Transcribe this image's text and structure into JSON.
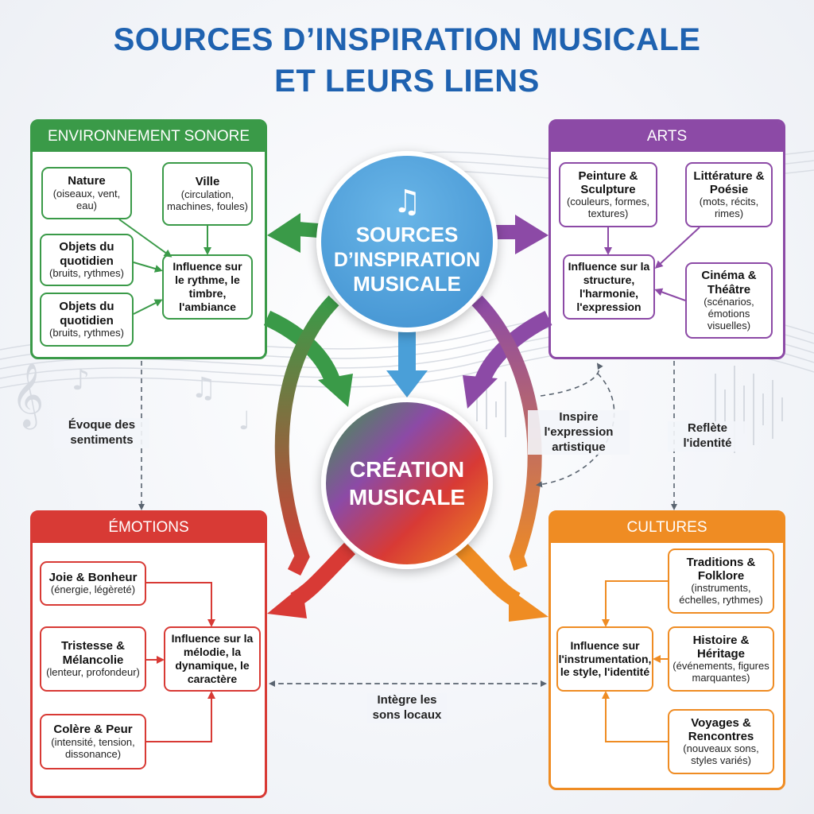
{
  "title": {
    "line1": "SOURCES D’INSPIRATION MUSICALE",
    "line2": "ET LEURS LIENS"
  },
  "colors": {
    "title": "#1f62b0",
    "environnement": "#3a9a48",
    "arts": "#8c4aa6",
    "emotions": "#d83a35",
    "cultures": "#ef8c23",
    "center": "#4a9fd8"
  },
  "center": {
    "icon": "music-note-icon",
    "line1": "SOURCES",
    "line2": "D’INSPIRATION",
    "line3": "MUSICALE"
  },
  "creation": {
    "line1": "CRÉATION",
    "line2": "MUSICALE"
  },
  "environnement": {
    "header": "ENVIRONNEMENT SONORE",
    "nature": {
      "title": "Nature",
      "sub": "(oiseaux, vent, eau)"
    },
    "ville": {
      "title": "Ville",
      "sub": "(circulation, machines, foules)"
    },
    "objets1": {
      "title": "Objets du quotidien",
      "sub": "(bruits, rythmes)"
    },
    "objets2": {
      "title": "Objets du quotidien",
      "sub": "(bruits, rythmes)"
    },
    "influence": "Influence sur le rythme, le timbre, l'ambiance"
  },
  "arts": {
    "header": "ARTS",
    "peinture": {
      "title": "Peinture & Sculpture",
      "sub": "(couleurs, formes, textures)"
    },
    "litterature": {
      "title": "Littérature & Poésie",
      "sub": "(mots, récits, rimes)"
    },
    "cinema": {
      "title": "Cinéma & Théâtre",
      "sub": "(scénarios, émotions visuelles)"
    },
    "influence": "Influence sur la structure, l'harmonie, l'expression"
  },
  "emotions": {
    "header": "ÉMOTIONS",
    "joie": {
      "title": "Joie & Bonheur",
      "sub": "(énergie, légèreté)"
    },
    "tristesse": {
      "title": "Tristesse & Mélancolie",
      "sub": "(lenteur, profondeur)"
    },
    "colere": {
      "title": "Colère & Peur",
      "sub": "(intensité, tension, dissonance)"
    },
    "influence": "Influence sur la mélodie, la dynamique, le caractère"
  },
  "cultures": {
    "header": "CULTURES",
    "traditions": {
      "title": "Traditions & Folklore",
      "sub": "(instruments, échelles, rythmes)"
    },
    "histoire": {
      "title": "Histoire & Héritage",
      "sub": "(événements, figures marquantes)"
    },
    "voyages": {
      "title": "Voyages & Rencontres",
      "sub": "(nouveaux sons, styles variés)"
    },
    "influence": "Influence sur l'instrumentation, le style, l'identité"
  },
  "links": {
    "evoque": "Évoque des sentiments",
    "inspire": "Inspire l'expression artistique",
    "reflete": "Reflète l'identité",
    "integre": "Intègre les sons locaux"
  }
}
